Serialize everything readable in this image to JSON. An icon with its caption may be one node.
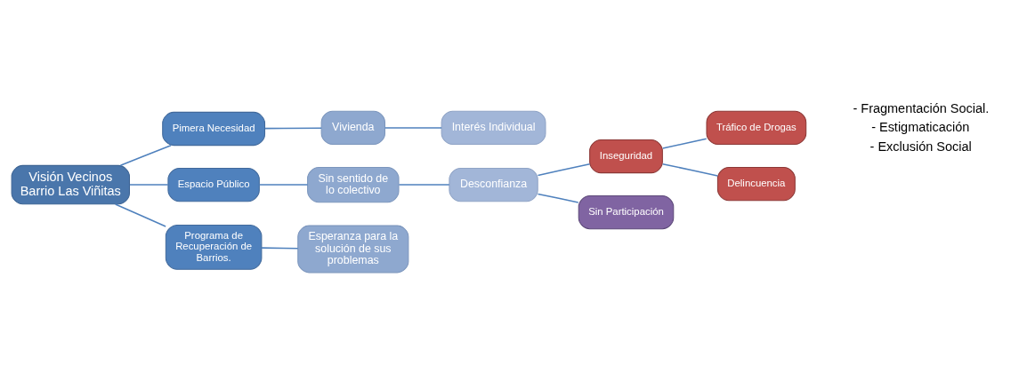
{
  "diagram": {
    "nodes": [
      {
        "text": [
          "Visión Vecinos Barrio Las Viñitas"
        ]
      },
      {
        "text": [
          "Pimera Necesidad"
        ]
      },
      {
        "text": [
          "Vivienda"
        ]
      },
      {
        "text": [
          "Interés Individual"
        ]
      },
      {
        "text": [
          "Espacio Público"
        ]
      },
      {
        "text": [
          "Sin sentido de lo colectivo"
        ]
      },
      {
        "text": [
          "Desconfianza"
        ]
      },
      {
        "text": [
          "Inseguridad"
        ]
      },
      {
        "text": [
          "Tráfico de Drogas"
        ]
      },
      {
        "text": [
          "Delincuencia"
        ]
      },
      {
        "text": [
          "Sin Participación"
        ]
      },
      {
        "text": [
          "Programa de Recuperación de Barrios."
        ]
      },
      {
        "text": [
          "Esperanza para la solución de sus problemas"
        ]
      }
    ],
    "edges": [
      {
        "from": 0,
        "to": 1,
        "arrow": "none"
      },
      {
        "from": 1,
        "to": 2,
        "arrow": "none"
      },
      {
        "from": 2,
        "to": 3,
        "arrow": "none"
      },
      {
        "from": 0,
        "to": 4,
        "arrow": "none"
      },
      {
        "from": 4,
        "to": 5,
        "arrow": "none"
      },
      {
        "from": 5,
        "to": 6,
        "arrow": "none"
      },
      {
        "from": 6,
        "to": 7,
        "arrow": "none"
      },
      {
        "from": 7,
        "to": 8,
        "arrow": "none"
      },
      {
        "from": 7,
        "to": 9,
        "arrow": "none"
      },
      {
        "from": 6,
        "to": 10,
        "arrow": "none"
      },
      {
        "from": 0,
        "to": 11,
        "arrow": "none"
      },
      {
        "from": 11,
        "to": 12,
        "arrow": "none"
      }
    ],
    "labels": [
      "- Fragmentación Social.",
      "- Estigmaticación",
      "- Exclusión Social"
    ]
  }
}
